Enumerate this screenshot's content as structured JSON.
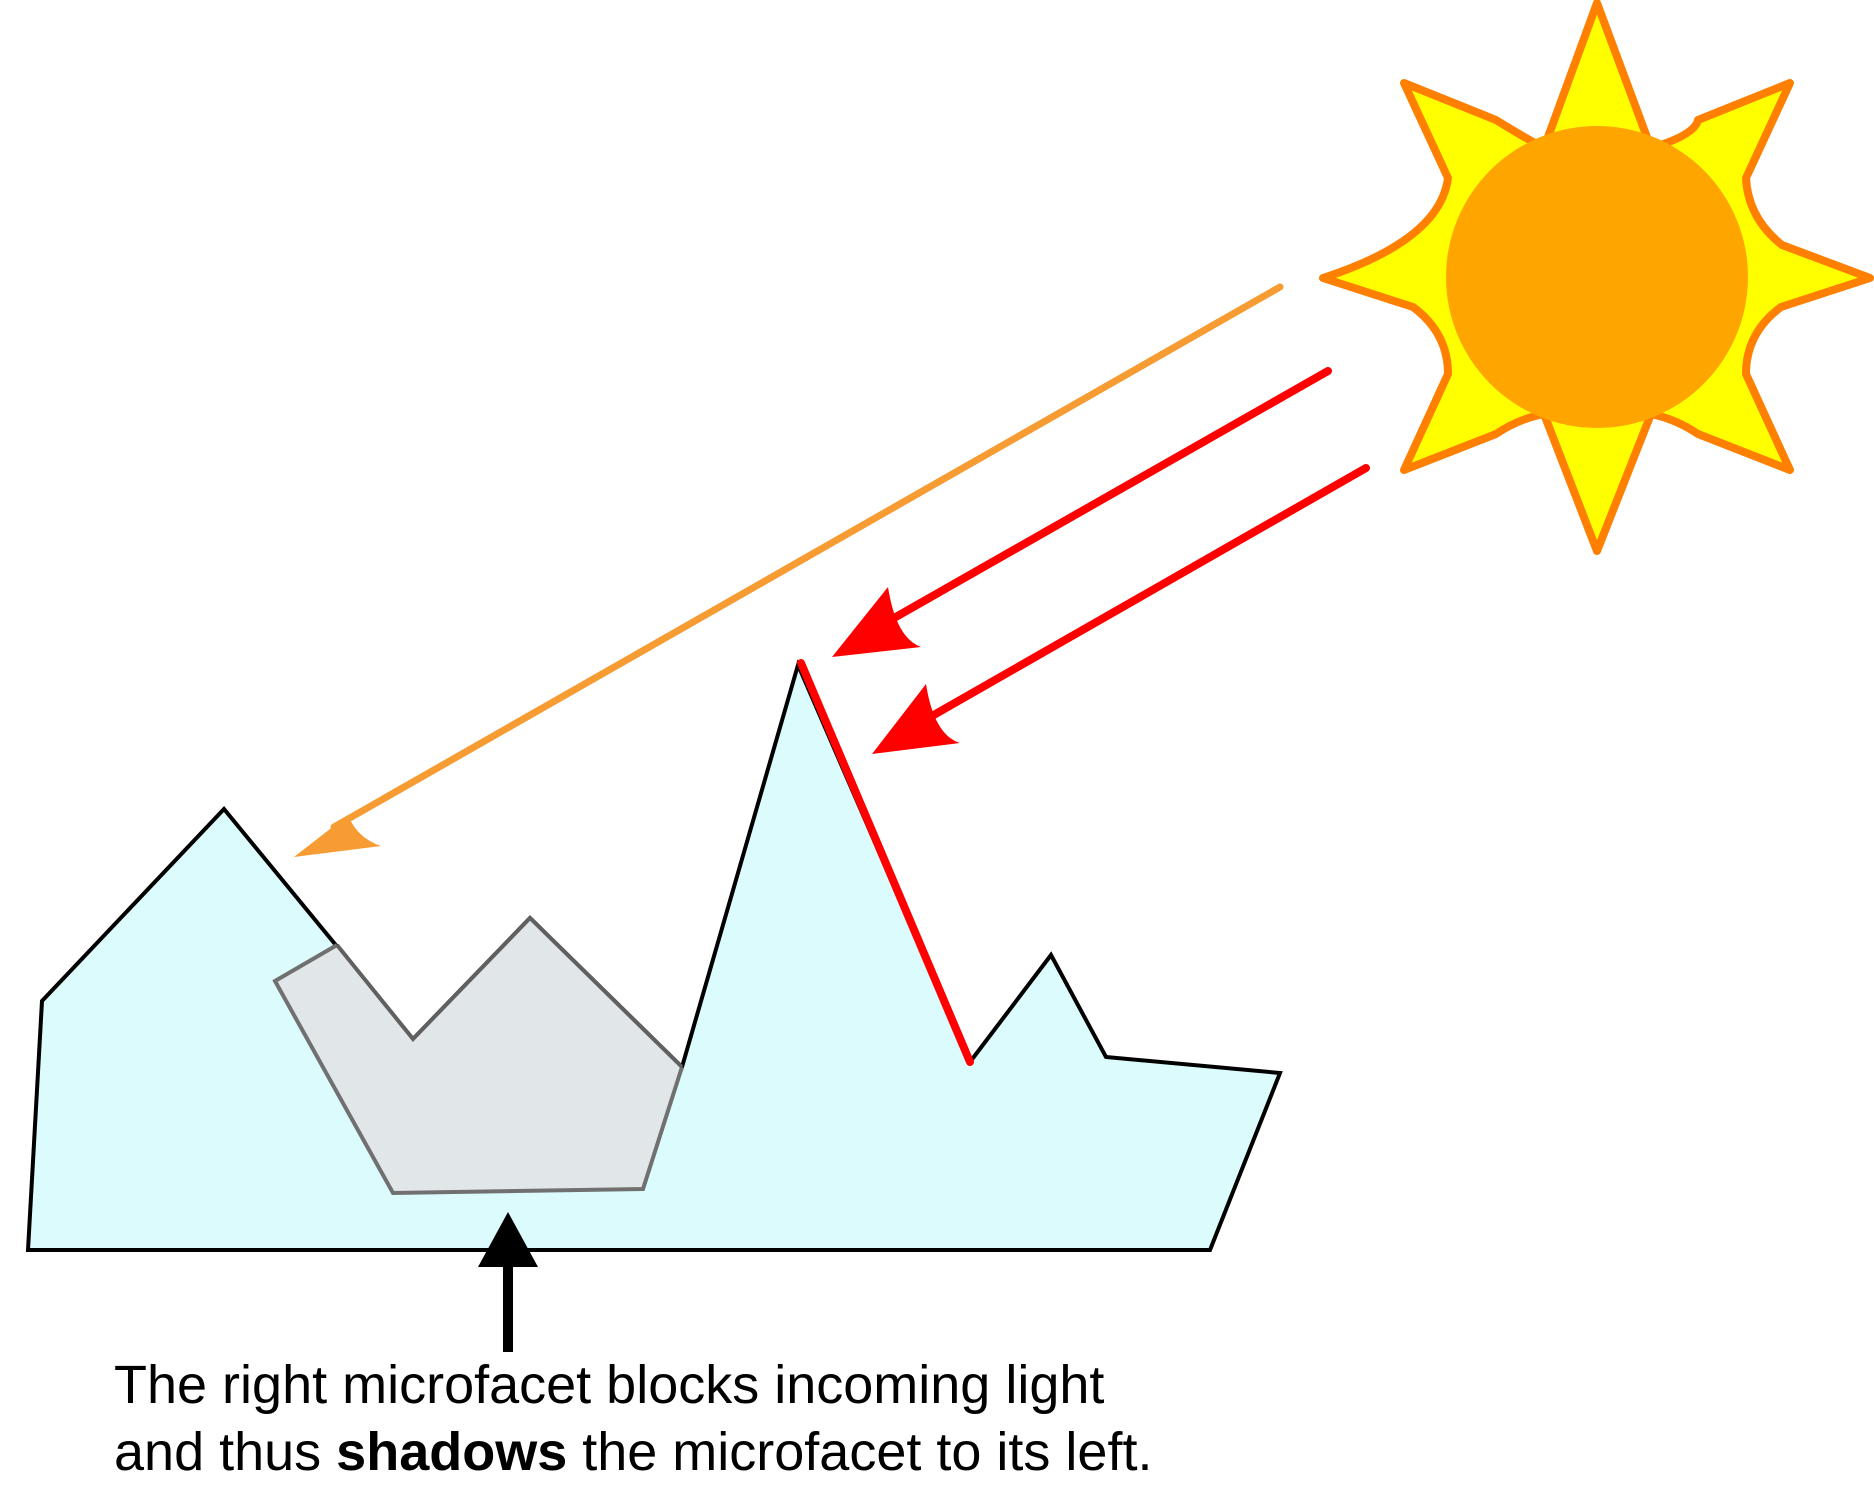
{
  "colors": {
    "surface_fill": "#dcfbfd",
    "surface_stroke": "#000000",
    "shadow_fill": "#e1e6e9",
    "shadow_stroke": "#707070",
    "blocking_facet": "#ff0000",
    "light_ray_blocked": "#ff0000",
    "light_ray_shadowed": "#f79b33",
    "sun_rays_fill": "#ffff00",
    "sun_rays_stroke": "#ff7f00",
    "sun_core": "#ffa500",
    "pointer_arrow": "#000000"
  },
  "icons": {
    "sun": "sun-icon"
  },
  "caption": {
    "line1": "The right microfacet blocks incoming light",
    "line2_pre": "and thus ",
    "line2_bold": "shadows",
    "line2_post": " the microfacet to its left."
  }
}
